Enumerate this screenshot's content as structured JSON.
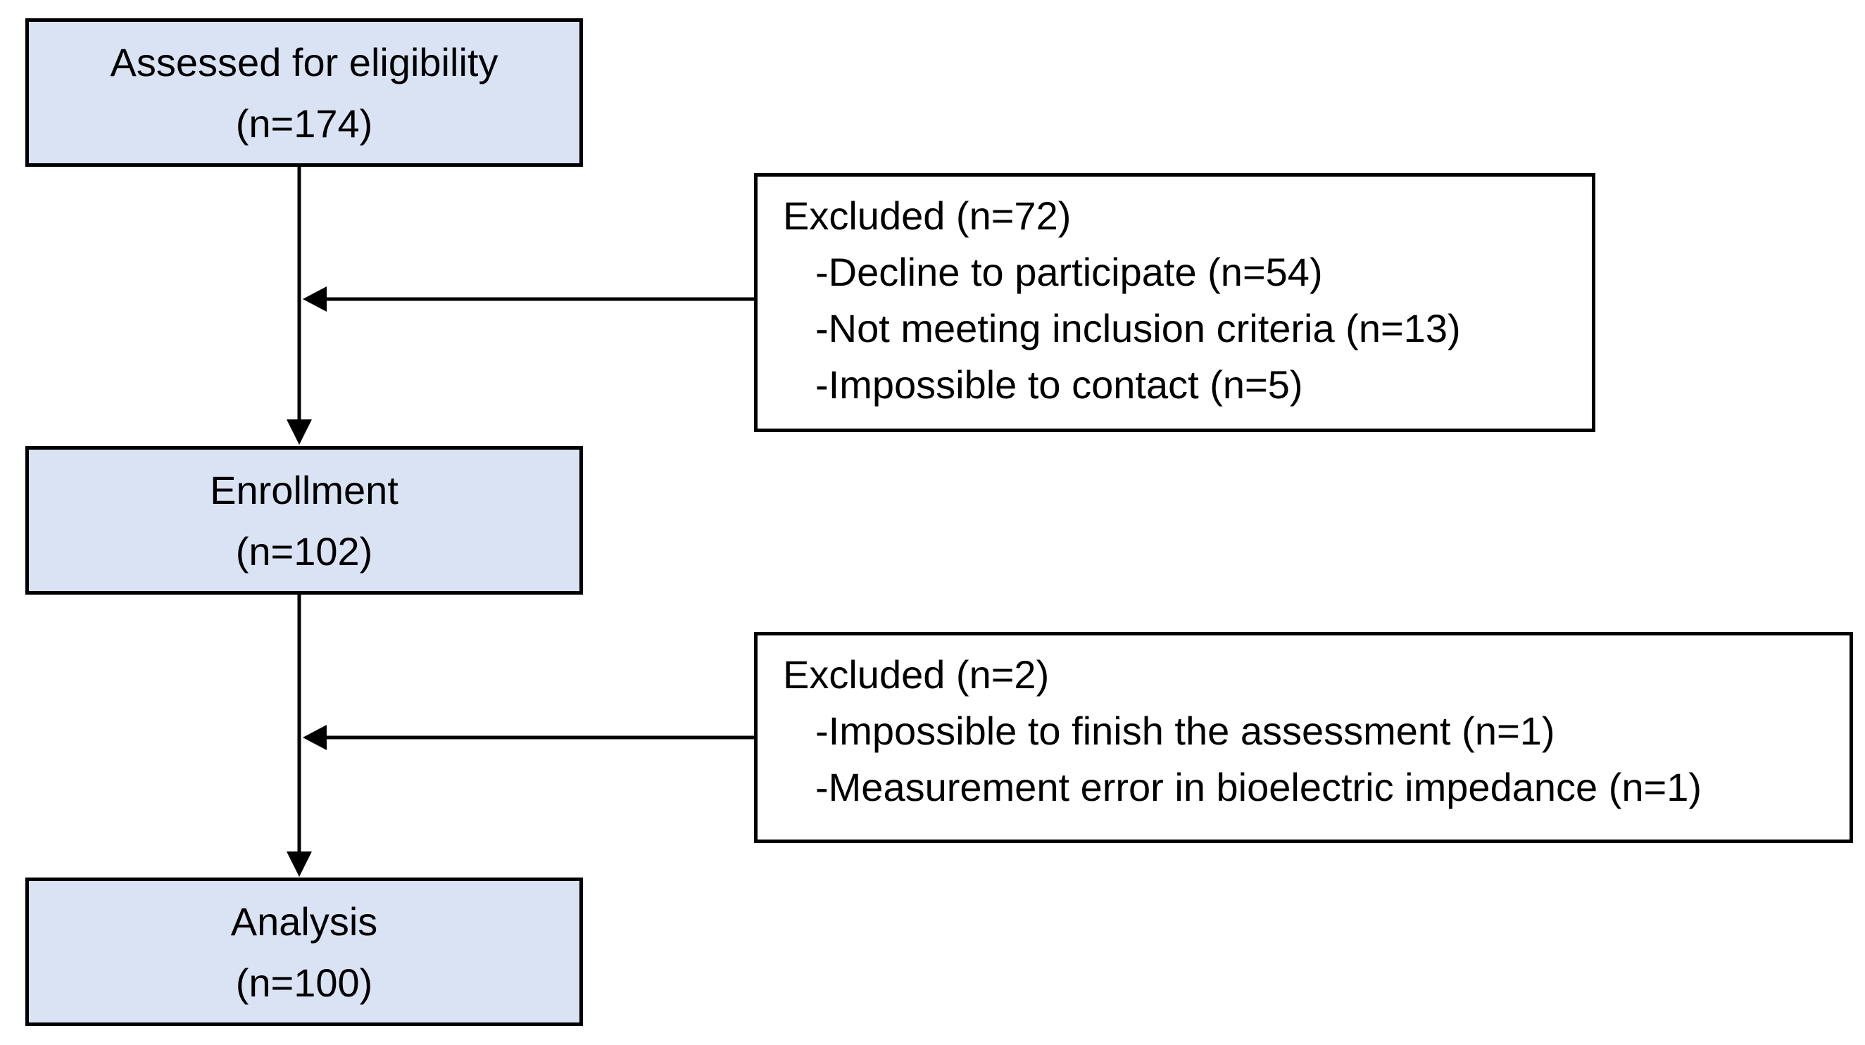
{
  "stages": [
    {
      "title": "Assessed for eligibility",
      "count": "(n=174)"
    },
    {
      "title": "Enrollment",
      "count": "(n=102)"
    },
    {
      "title": "Analysis",
      "count": "(n=100)"
    }
  ],
  "exclusions": [
    {
      "title": "Excluded (n=72)",
      "items": [
        "-Decline to participate (n=54)",
        "-Not meeting inclusion criteria (n=13)",
        "-Impossible to contact (n=5)"
      ]
    },
    {
      "title": "Excluded (n=2)",
      "items": [
        "-Impossible to finish the assessment (n=1)",
        "-Measurement error in bioelectric impedance (n=1)"
      ]
    }
  ],
  "colors": {
    "stage_fill": "#dae3f3",
    "border": "#000000",
    "background": "#ffffff"
  }
}
